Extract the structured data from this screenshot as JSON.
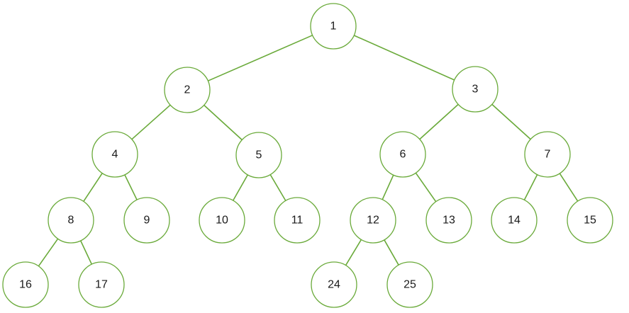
{
  "tree": {
    "nodes": [
      {
        "id": "1",
        "label": "1"
      },
      {
        "id": "2",
        "label": "2"
      },
      {
        "id": "3",
        "label": "3"
      },
      {
        "id": "4",
        "label": "4"
      },
      {
        "id": "5",
        "label": "5"
      },
      {
        "id": "6",
        "label": "6"
      },
      {
        "id": "7",
        "label": "7"
      },
      {
        "id": "8",
        "label": "8"
      },
      {
        "id": "9",
        "label": "9"
      },
      {
        "id": "10",
        "label": "10"
      },
      {
        "id": "11",
        "label": "11"
      },
      {
        "id": "12",
        "label": "12"
      },
      {
        "id": "13",
        "label": "13"
      },
      {
        "id": "14",
        "label": "14"
      },
      {
        "id": "15",
        "label": "15"
      },
      {
        "id": "16",
        "label": "16"
      },
      {
        "id": "17",
        "label": "17"
      },
      {
        "id": "24",
        "label": "24"
      },
      {
        "id": "25",
        "label": "25"
      }
    ],
    "edges": [
      {
        "from": "1",
        "to": "2"
      },
      {
        "from": "1",
        "to": "3"
      },
      {
        "from": "2",
        "to": "4"
      },
      {
        "from": "2",
        "to": "5"
      },
      {
        "from": "3",
        "to": "6"
      },
      {
        "from": "3",
        "to": "7"
      },
      {
        "from": "4",
        "to": "8"
      },
      {
        "from": "4",
        "to": "9"
      },
      {
        "from": "5",
        "to": "10"
      },
      {
        "from": "5",
        "to": "11"
      },
      {
        "from": "6",
        "to": "12"
      },
      {
        "from": "6",
        "to": "13"
      },
      {
        "from": "7",
        "to": "14"
      },
      {
        "from": "7",
        "to": "15"
      },
      {
        "from": "8",
        "to": "16"
      },
      {
        "from": "8",
        "to": "17"
      },
      {
        "from": "12",
        "to": "24"
      },
      {
        "from": "12",
        "to": "25"
      }
    ],
    "colors": {
      "edge": "#6aaa3a",
      "node_border": "#6aaa3a",
      "node_fill": "#ffffff",
      "text": "#1a1a1a"
    }
  }
}
